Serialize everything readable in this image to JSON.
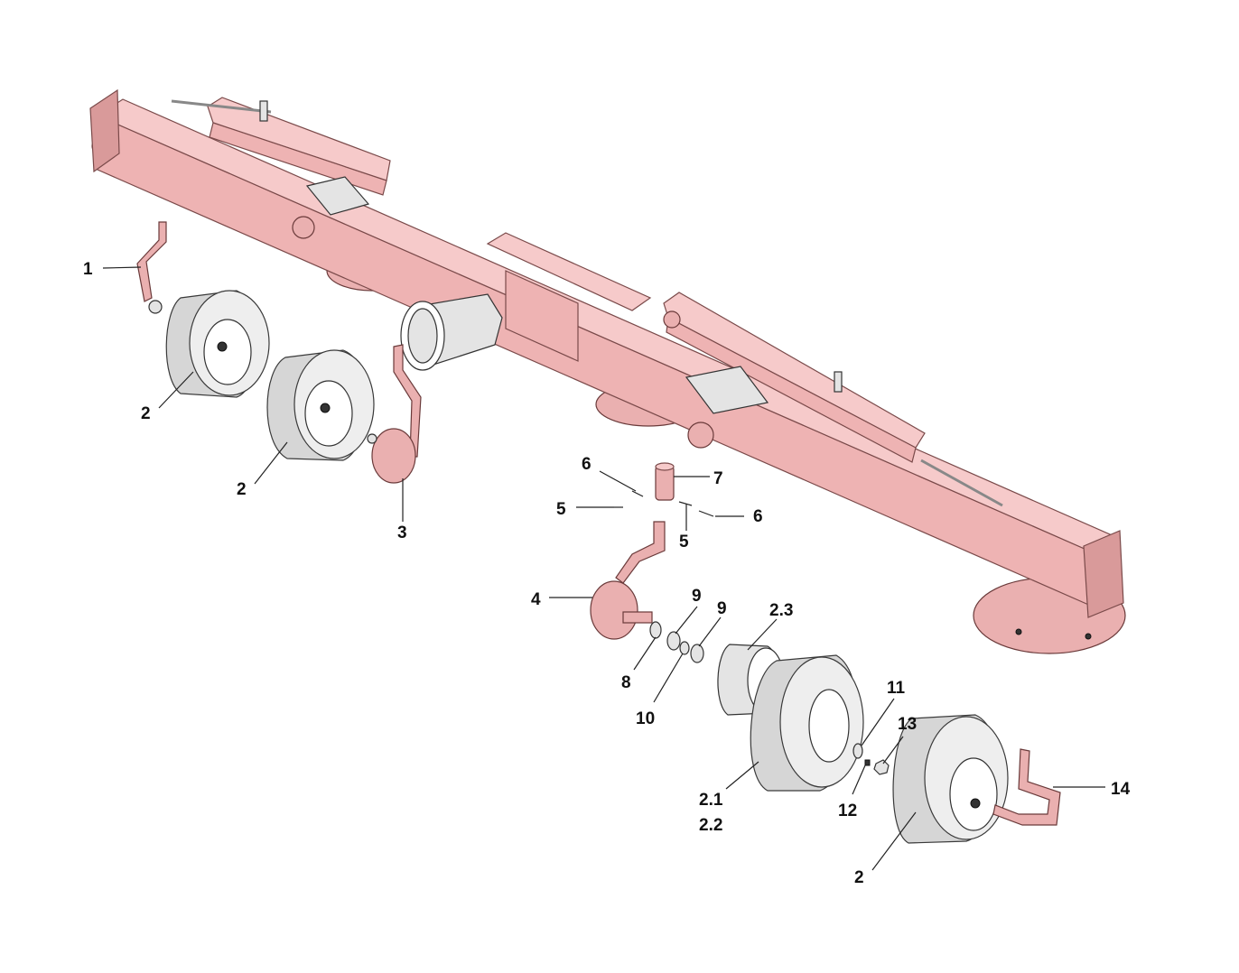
{
  "callouts": {
    "c1": "1",
    "c2a": "2",
    "c2b": "2",
    "c2c": "2",
    "c3": "3",
    "c4": "4",
    "c5a": "5",
    "c5b": "5",
    "c6a": "6",
    "c6b": "6",
    "c7": "7",
    "c8": "8",
    "c9a": "9",
    "c9b": "9",
    "c10": "10",
    "c11": "11",
    "c12": "12",
    "c13": "13",
    "c14": "14",
    "c21": "2.1",
    "c22": "2.2",
    "c23": "2.3"
  },
  "colors": {
    "frame": "#eeb3b3",
    "tire": "#d6d6d6",
    "outline": "#333333"
  }
}
